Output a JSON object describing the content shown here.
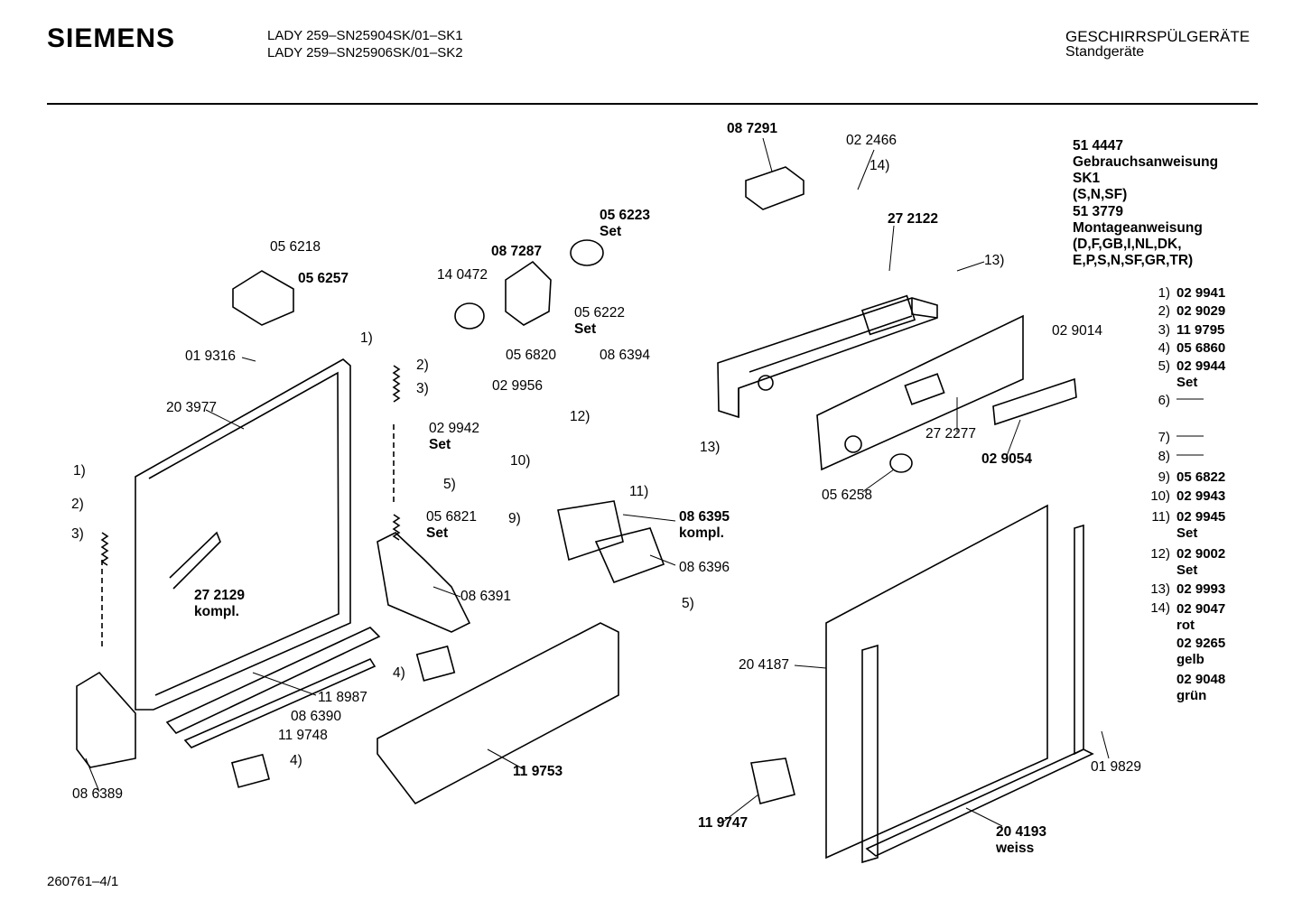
{
  "header": {
    "brand": "SIEMENS",
    "models": [
      "LADY 259–SN25904SK/01–SK1",
      "LADY 259–SN25906SK/01–SK2"
    ],
    "category": "GESCHIRRSPÜLGERÄTE",
    "subcategory": "Standgeräte"
  },
  "notes": [
    "51 4447",
    "Gebrauchsanweisung",
    "SK1",
    "(S,N,SF)",
    "51 3779",
    "Montageanweisung",
    "(D,F,GB,I,NL,DK,",
    "E,P,S,N,SF,GR,TR)"
  ],
  "legend": [
    {
      "num": "1)",
      "text": "02 9941"
    },
    {
      "num": "2)",
      "text": "02 9029"
    },
    {
      "num": "3)",
      "text": "11 9795"
    },
    {
      "num": "4)",
      "text": "05 6860"
    },
    {
      "num": "5)",
      "text": "02 9944",
      "text2": "Set"
    },
    {
      "num": "6)",
      "text": "——"
    },
    {
      "num": "7)",
      "text": "——"
    },
    {
      "num": "8)",
      "text": "——"
    },
    {
      "num": "9)",
      "text": "05 6822"
    },
    {
      "num": "10)",
      "text": "02 9943"
    },
    {
      "num": "11)",
      "text": "02 9945",
      "text2": "Set"
    },
    {
      "num": "12)",
      "text": "02 9002",
      "text2": "Set"
    },
    {
      "num": "13)",
      "text": "02 9993"
    },
    {
      "num": "14)",
      "text": "02 9047",
      "text2": "rot",
      "text3": "02 9265",
      "text4": "gelb",
      "text5": "02 9048",
      "text6": "grün"
    }
  ],
  "parts": [
    "08 7291",
    "02 2466",
    "14)",
    "27 2122",
    "13)",
    "05 6223",
    "Set",
    "08 7287",
    "14 0472",
    "05 6222",
    "Set",
    "05 6218",
    "05 6257",
    "1)",
    "01 9316",
    "2)",
    "3)",
    "20 3977",
    "05 6820",
    "08 6394",
    "02 9956",
    "12)",
    "02 9942",
    "Set",
    "10)",
    "5)",
    "11)",
    "1)",
    "2)",
    "3)",
    "9)",
    "05 6821",
    "Set",
    "08 6395",
    "kompl.",
    "08 6396",
    "5)",
    "27 2129",
    "kompl.",
    "08 6391",
    "4)",
    "11 8987",
    "08 6390",
    "11 9748",
    "4)",
    "08 6389",
    "11 9753",
    "02 9014",
    "27 2277",
    "02 9054",
    "05 6258",
    "13)",
    "20 4187",
    "01 9829",
    "11 9747",
    "20 4193",
    "weiss"
  ],
  "footer": "260761–4/1"
}
